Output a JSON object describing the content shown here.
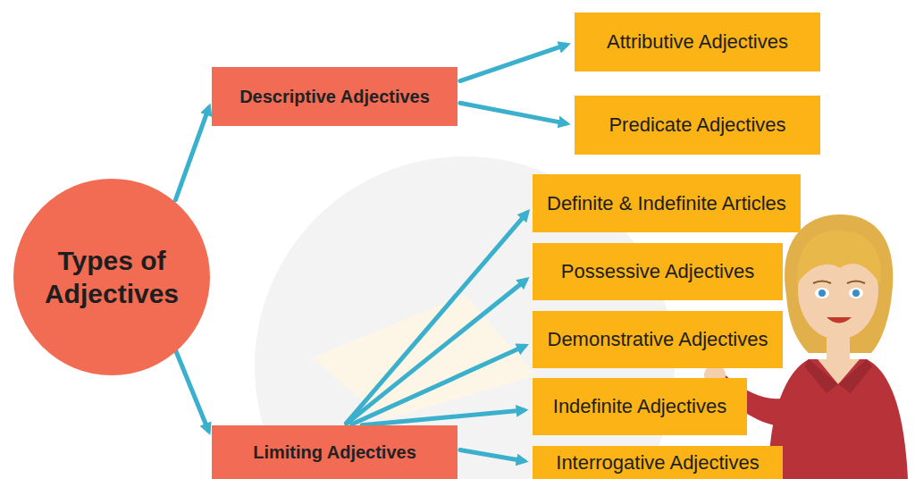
{
  "diagram": {
    "nodes": [
      {
        "text": [
          "Types of Adjectives"
        ]
      },
      {
        "text": [
          "Descriptive Adjectives"
        ]
      },
      {
        "text": [
          "Attributive Adjectives"
        ]
      },
      {
        "text": [
          "Predicate Adjectives"
        ]
      },
      {
        "text": [
          "Limiting Adjectives"
        ]
      },
      {
        "text": [
          "Definite & Indefinite Articles"
        ]
      },
      {
        "text": [
          "Possessive Adjectives"
        ]
      },
      {
        "text": [
          "Demonstrative Adjectives"
        ]
      },
      {
        "text": [
          "Indefinite Adjectives"
        ]
      },
      {
        "text": [
          "Interrogative Adjectives"
        ]
      }
    ],
    "edges": [
      {
        "from": 0,
        "to": 1,
        "arrow": "to"
      },
      {
        "from": 0,
        "to": 4,
        "arrow": "to"
      },
      {
        "from": 1,
        "to": 2,
        "arrow": "to"
      },
      {
        "from": 1,
        "to": 3,
        "arrow": "to"
      },
      {
        "from": 4,
        "to": 5,
        "arrow": "to"
      },
      {
        "from": 4,
        "to": 6,
        "arrow": "to"
      },
      {
        "from": 4,
        "to": 7,
        "arrow": "to"
      },
      {
        "from": 4,
        "to": 8,
        "arrow": "to"
      },
      {
        "from": 4,
        "to": 9,
        "arrow": "to"
      }
    ]
  }
}
